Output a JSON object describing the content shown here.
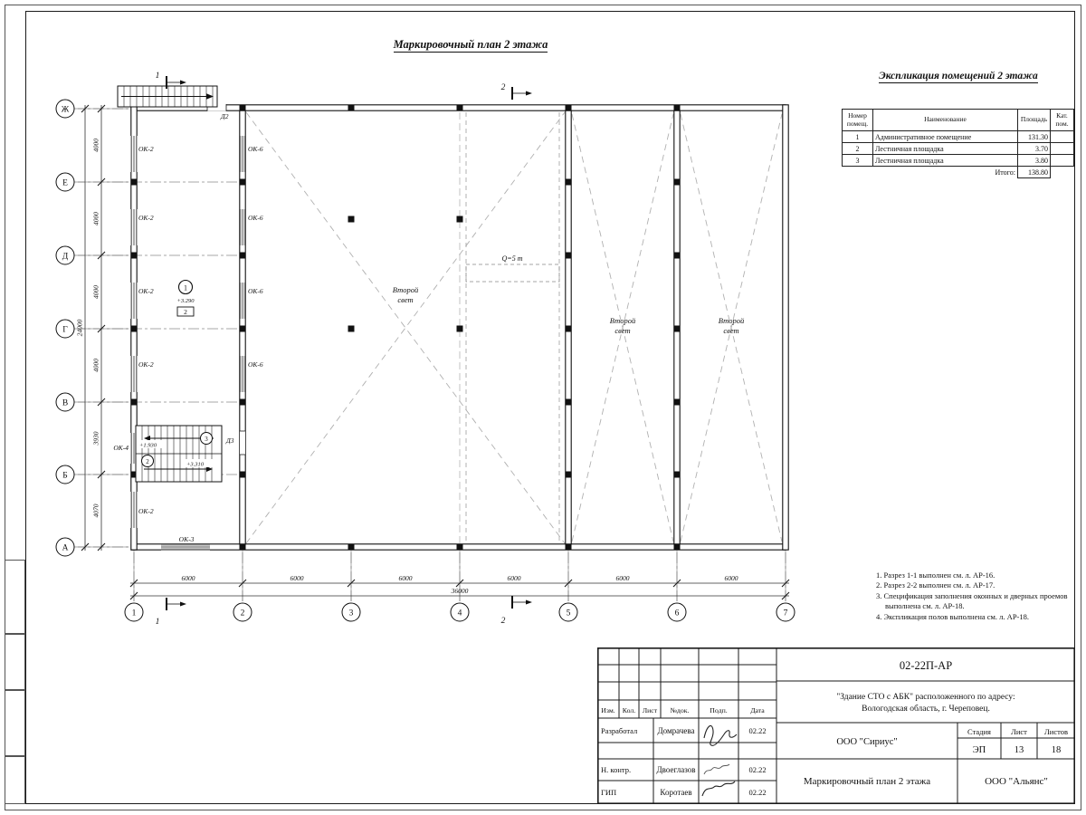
{
  "titles": {
    "plan_title": "Маркировочный план 2 этажа",
    "expl_title": "Экспликация помещений 2 этажа"
  },
  "explication": {
    "headers": {
      "num": "Номер помещ.",
      "name": "Наименование",
      "area": "Площадь",
      "cat": "Кат. пом."
    },
    "rows": [
      {
        "num": "1",
        "name": "Административное помещение",
        "area": "131.30",
        "cat": ""
      },
      {
        "num": "2",
        "name": "Лестничная площадка",
        "area": "3.70",
        "cat": ""
      },
      {
        "num": "3",
        "name": "Лестничная площадка",
        "area": "3.80",
        "cat": ""
      }
    ],
    "total_label": "Итого:",
    "total_value": "138.80"
  },
  "plan": {
    "axis_rows": [
      "Ж",
      "Е",
      "Д",
      "Г",
      "В",
      "Б",
      "А"
    ],
    "axis_cols": [
      "1",
      "2",
      "3",
      "4",
      "5",
      "6",
      "7"
    ],
    "dims_left": [
      "4000",
      "4000",
      "4000",
      "4000",
      "3930",
      "4070"
    ],
    "dims_left_total": "24000",
    "dims_bottom": [
      "6000",
      "6000",
      "6000",
      "6000",
      "6000",
      "6000"
    ],
    "dims_bottom_total": "36000",
    "labels": {
      "ok2": "ОК-2",
      "ok6": "ОК-6",
      "ok4": "ОК-4",
      "ok3": "ОК-3",
      "d2": "Д2",
      "d3": "Д3"
    },
    "second_light": {
      "line1": "Второй",
      "line2": "свет"
    },
    "crane_label": "Q=5 т",
    "markers": {
      "m1": "1",
      "m2": "2",
      "m3": "3",
      "floor_box": "2"
    },
    "elevations": {
      "e1": "+3.290",
      "e2": "+1.930",
      "e3": "+3.310"
    },
    "sections": {
      "s1": "1",
      "s2": "2"
    }
  },
  "notes": [
    "1. Разрез 1-1 выполнен см. л. АР-16.",
    "2. Разрез 2-2 выполнен см. л. АР-17.",
    "3. Спецификация заполнения оконных и дверных проемов выполнена см. л. АР-18.",
    "4. Экспликация полов выполнена см. л. АР-18."
  ],
  "titleblock": {
    "doc_number": "02-22П-АР",
    "object_line1": "\"Здание СТО с АБК\" расположенного по адресу:",
    "object_line2": "Вологодская область, г. Череповец.",
    "rev_headers": [
      "Изм.",
      "Кол.",
      "Лист",
      "№док.",
      "Подп.",
      "Дата"
    ],
    "people": [
      {
        "role": "Разработал",
        "name": "Домрачева",
        "date": "02.22"
      },
      {
        "role": "Н. контр.",
        "name": "Двоеглазов",
        "date": "02.22"
      },
      {
        "role": "ГИП",
        "name": "Коротаев",
        "date": "02.22"
      }
    ],
    "org_top": "ООО \"Сириус\"",
    "org_bottom": "ООО \"Альянс\"",
    "stage_label": "Стадия",
    "sheet_label": "Лист",
    "sheets_label": "Листов",
    "stage": "ЭП",
    "sheet_num": "13",
    "sheets_total": "18",
    "drawing_title": "Маркировочный план 2 этажа"
  }
}
